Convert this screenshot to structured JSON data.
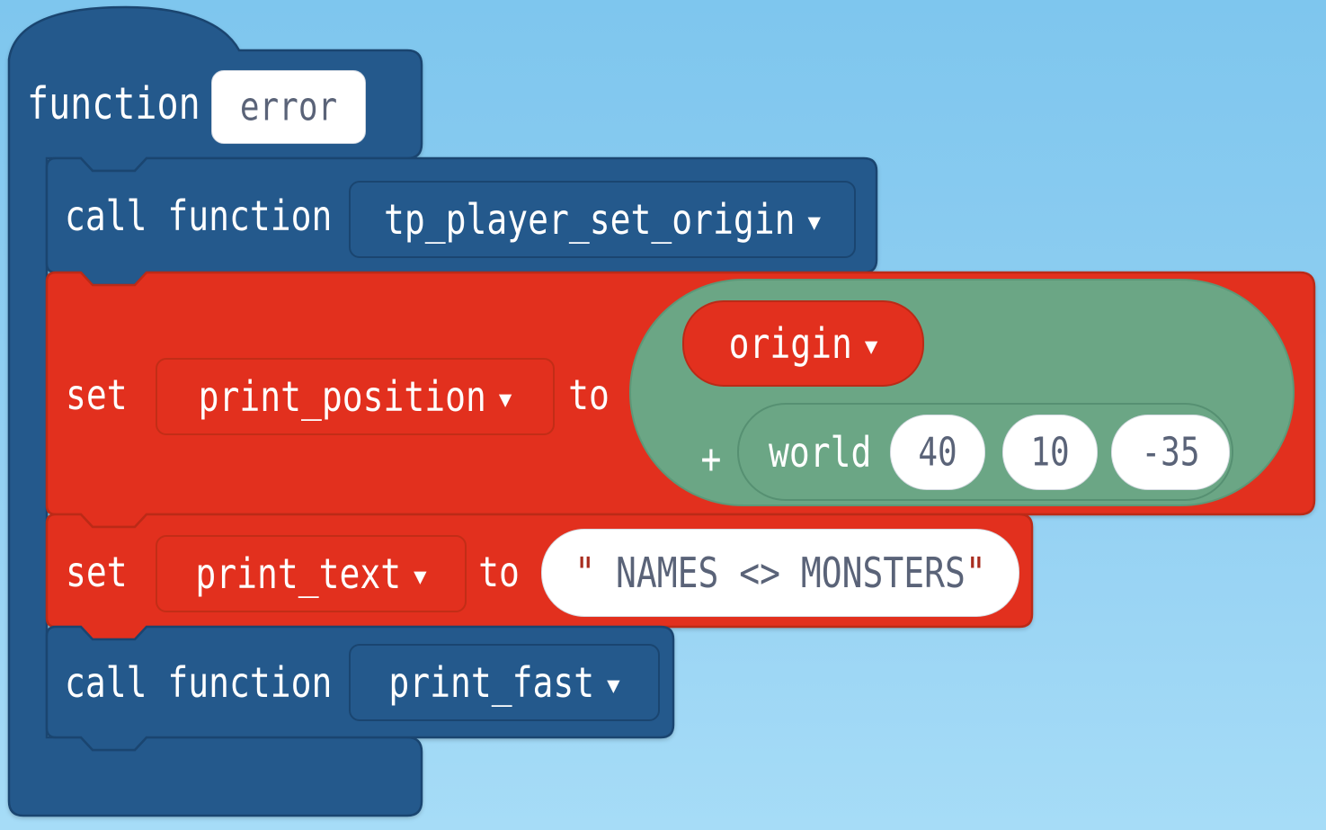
{
  "workspace": {
    "background_top": "#7ec6ee",
    "background_bottom": "#a6dcf7"
  },
  "colors": {
    "function_blue": "#24598c",
    "function_blue_stroke": "#1a4570",
    "variable_red": "#e2301e",
    "variable_red_stroke": "#bb2a17",
    "position_green": "#6ba685",
    "position_green_stroke": "#5d9878",
    "field_text": "#5a6378",
    "quote_mark": "#a82c1e"
  },
  "function_def": {
    "keyword": "function",
    "name": "error"
  },
  "call_tp": {
    "label": "call function",
    "function_name": "tp_player_set_origin"
  },
  "set_position": {
    "keyword": "set",
    "variable": "print_position",
    "to": "to"
  },
  "expr": {
    "plus": "+",
    "origin": "origin",
    "world": "world",
    "x": "40",
    "y": "10",
    "z": "-35"
  },
  "set_text": {
    "keyword": "set",
    "variable": "print_text",
    "to": "to",
    "quote": "\"",
    "value": " NAMES <> MONSTERS"
  },
  "call_print": {
    "label": "call function",
    "function_name": "print_fast"
  },
  "icons": {
    "dropdown_arrow": "▼"
  }
}
